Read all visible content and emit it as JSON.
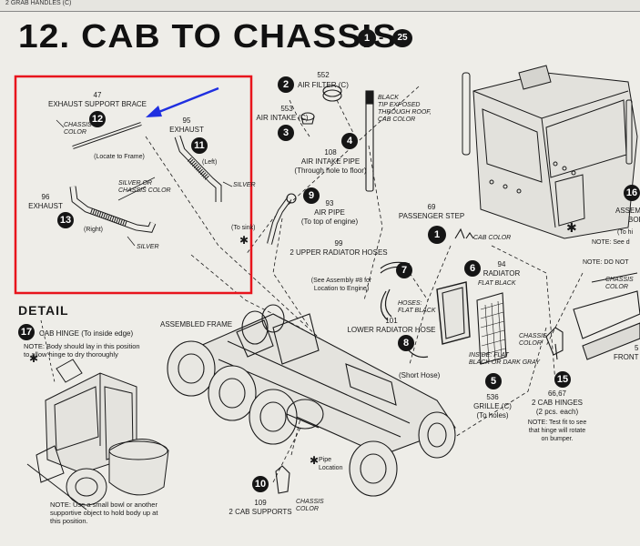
{
  "top_strip": "2 GRAB HANDLES (C)",
  "title": "12. CAB TO CHASSIS",
  "range": {
    "start": "1",
    "dash": "-",
    "end": "25"
  },
  "highlight_color": "#e8141c",
  "arrow_color": "#1f2fe0",
  "parts": {
    "exhaust_brace": {
      "num": "47",
      "name": "EXHAUST SUPPORT BRACE",
      "step": "12",
      "color_note": "CHASSIS\nCOLOR"
    },
    "exhaust_left": {
      "num": "95",
      "name": "EXHAUST",
      "step": "11",
      "side": "(Left)"
    },
    "exhaust_right": {
      "num": "96",
      "name": "EXHAUST",
      "step": "13",
      "side": "(Right)"
    },
    "locate_frame": "(Locate to Frame)",
    "silver_chassis": "SILVER OR\nCHASSIS COLOR",
    "silver1": "SILVER",
    "silver2": "SILVER",
    "air_filter": {
      "num": "552",
      "name": "AIR FILTER (C)",
      "step": "2"
    },
    "air_intake": {
      "num": "553",
      "name": "AIR INTAKE (C)",
      "step": "3"
    },
    "air_intake_pipe": {
      "num": "108",
      "name": "AIR INTAKE PIPE",
      "sub": "(Through hole to floor)",
      "step": "4"
    },
    "black_tip": "BLACK\nTIP EXPOSED\nTHROUGH ROOF,\nCAB COLOR",
    "air_pipe": {
      "num": "93",
      "name": "AIR PIPE",
      "sub": "(To top of engine)",
      "step": "9"
    },
    "to_sink": "(To sink)",
    "passenger_step": {
      "num": "69",
      "name": "PASSENGER STEP",
      "step": "1"
    },
    "cab_color": "CAB COLOR",
    "radiator_hoses": {
      "num": "99",
      "name": "2 UPPER RADIATOR HOSES",
      "sub": "(See Assembly #8 for\nLocation to Engine)"
    },
    "radiator": {
      "num": "94",
      "name": "RADIATOR",
      "step": "6",
      "flat": "FLAT BLACK"
    },
    "hoses_note": "HOSES:\nFLAT BLACK",
    "step7": "7",
    "lower_hose": {
      "num": "101",
      "name": "LOWER RADIATOR HOSE",
      "step": "8"
    },
    "short_hose": "(Short Hose)",
    "inside_note": "INSIDE: FLAT\nBLACK OR DARK GRAY",
    "grille": {
      "num": "536",
      "name": "GRILLE (C)",
      "sub": "(To holes)",
      "step": "5"
    },
    "chassis_color_mid": "CHASSIS\nCOLOR",
    "cab_hinges": {
      "num": "66,67",
      "name": "2 CAB HINGES",
      "sub": "(2 pcs. each)",
      "step": "15"
    },
    "hinge_note": "NOTE: Test fit to see\nthat hinge will rotate\non bumper.",
    "assembled_frame": "ASSEMBLED FRAME",
    "pipe_location": "Pipe\nLocation",
    "cab_supports": {
      "num": "109",
      "name": "2 CAB SUPPORTS",
      "step": "10",
      "color": "CHASSIS\nCOLOR"
    },
    "right_edge": {
      "step16": "16",
      "assem": "ASSEM",
      "body": "BOD",
      "to_h": "(To hi",
      "note_see": "NOTE: See d",
      "note_do": "NOTE: DO NOT",
      "chassis": "CHASSIS\nCOLOR",
      "front": "FRONT",
      "five": "5"
    }
  },
  "detail": {
    "heading": "DETAIL",
    "step": "17",
    "label": "CAB HINGE (To inside edge)",
    "note": "NOTE: Body should lay in this position\nto allow hinge to dry thoroughly",
    "bottom_note": "NOTE: Use a small bowl or another\nsupportive object to hold body up at\nthis position."
  }
}
